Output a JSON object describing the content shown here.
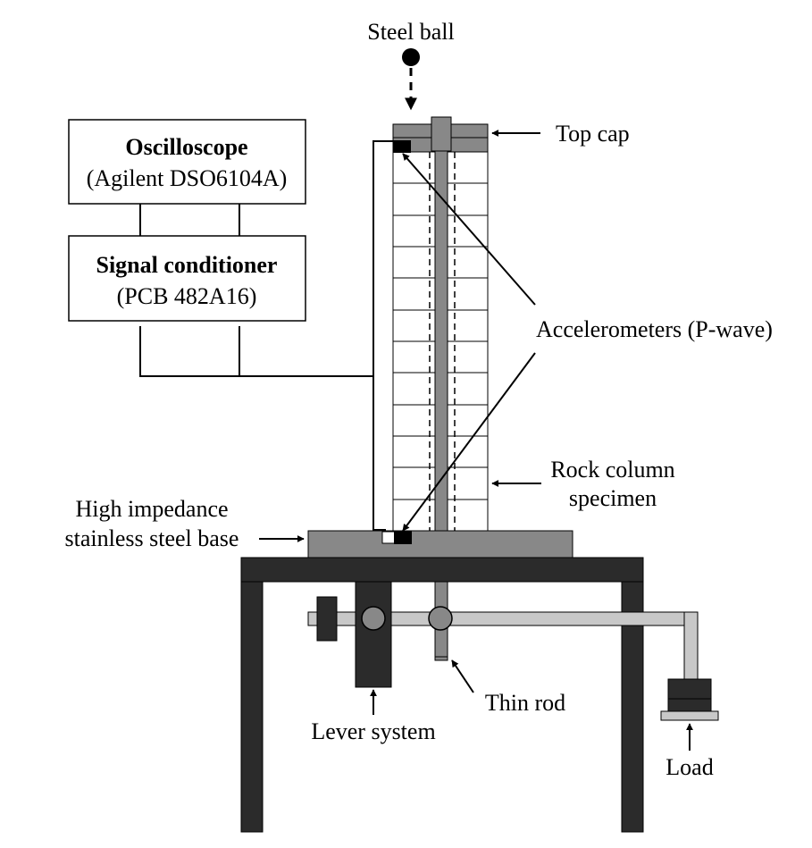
{
  "labels": {
    "steel_ball": "Steel ball",
    "top_cap": "Top cap",
    "oscilloscope": {
      "title": "Oscilloscope",
      "model": "(Agilent DSO6104A)"
    },
    "signal_conditioner": {
      "title": "Signal conditioner",
      "model": "(PCB 482A16)"
    },
    "accelerometers": "Accelerometers (P-wave)",
    "rock_column_line1": "Rock column",
    "rock_column_line2": "specimen",
    "base_line1": "High impedance",
    "base_line2": "stainless steel base",
    "thin_rod": "Thin rod",
    "lever_system": "Lever system",
    "load": "Load"
  },
  "colors": {
    "line": "#000000",
    "frame_dark": "#2b2b2b",
    "component_gray": "#888888",
    "light_gray": "#c8c8c8",
    "background": "#ffffff"
  }
}
